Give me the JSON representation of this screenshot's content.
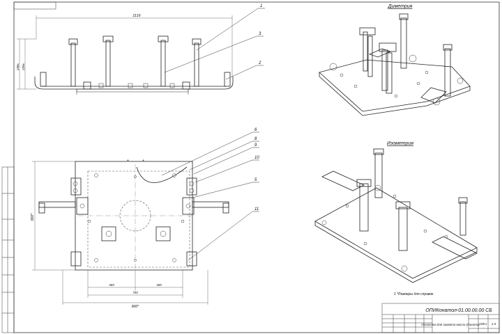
{
  "views": {
    "dimetric_title": "Диметрия",
    "isometric_title": "Изометрия"
  },
  "dimensions": {
    "top_width": "1116",
    "height_a": "238±",
    "height_b": "239±",
    "plan_width": "800*",
    "plan_inner": "750",
    "plan_half_left": "369",
    "plan_half_right": "369",
    "plan_height": "800*"
  },
  "leaders": [
    "1",
    "3",
    "2",
    "6",
    "8",
    "9",
    "10",
    "5",
    "11"
  ],
  "note": "1 *Размеры для справок",
  "title_block": {
    "doc_number": "ОПИКонатол-01.00.00.00 СБ",
    "name": "Оснастка для захвата масла (Ганата)",
    "mass": "108 к",
    "scale": "1:4"
  }
}
